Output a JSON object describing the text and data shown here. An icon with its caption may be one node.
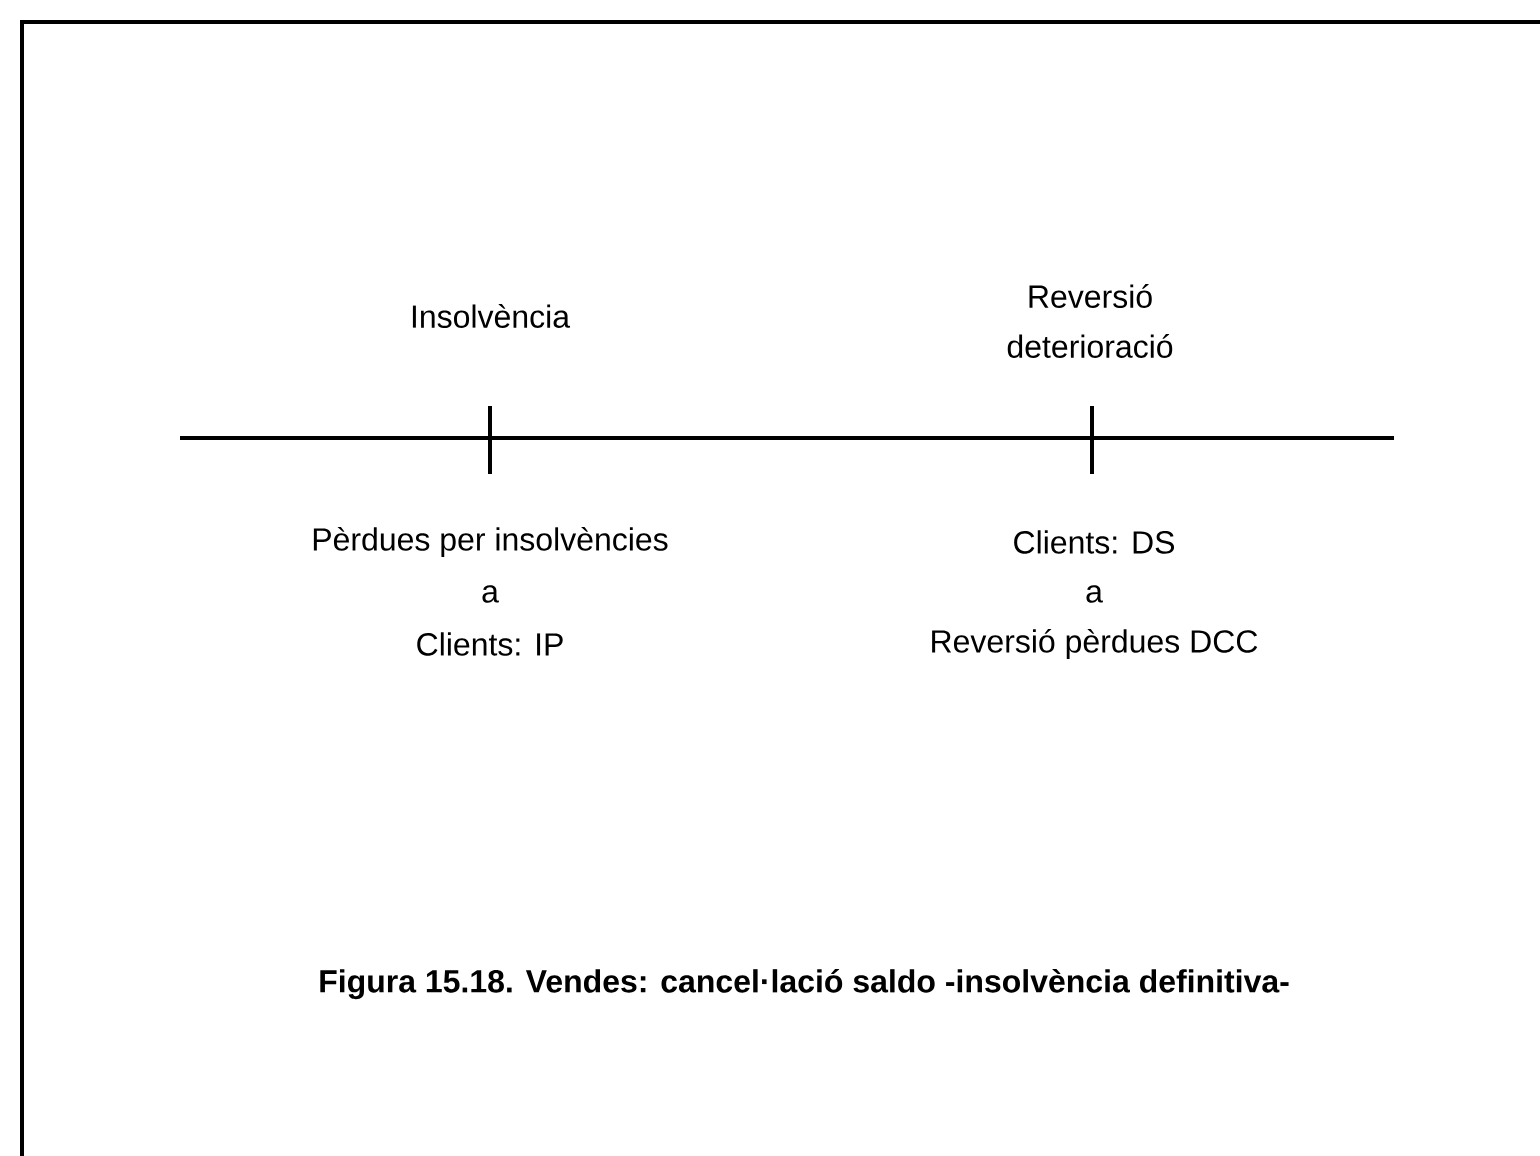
{
  "diagram": {
    "caption": "Figura 15.18. Vendes: cancel·lació saldo -insolvència definitiva-",
    "labels": [
      "Insolvència",
      "Reversió",
      "deterioració",
      "Pèrdues per insolvències",
      "a",
      "Clients: IP",
      "Clients: DS",
      "a",
      "Reversió pèrdues DCC"
    ]
  }
}
